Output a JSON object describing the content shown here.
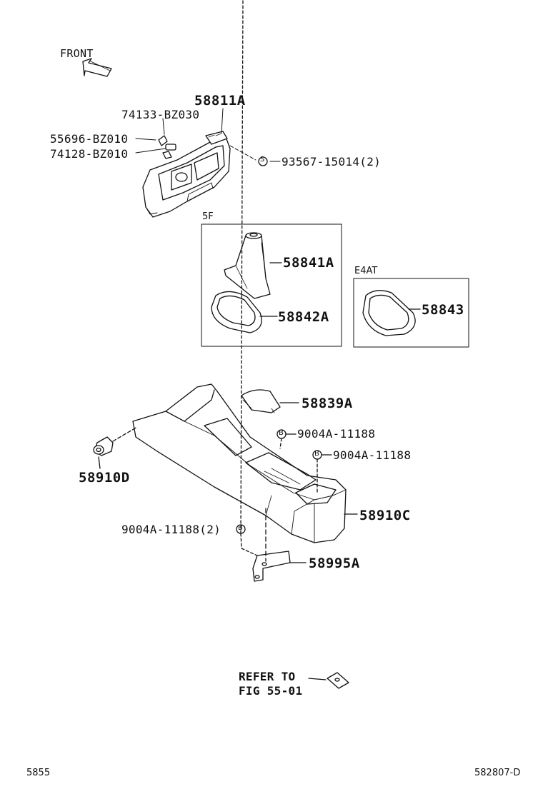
{
  "front_label": "FRONT",
  "variant_5f": "5F",
  "variant_e4at": "E4AT",
  "parts": {
    "p58811A": "58811A",
    "p74133": "74133-BZ030",
    "p55696": "55696-BZ010",
    "p74128": "74128-BZ010",
    "p93567": "93567-15014(2)",
    "p58841A": "58841A",
    "p58842A": "58842A",
    "p58843": "58843",
    "p58839A": "58839A",
    "p9004a_1": "9004A-11188",
    "p9004a_2": "9004A-11188",
    "p58910D": "58910D",
    "p58910C": "58910C",
    "p9004a_3": "9004A-11188(2)",
    "p58995A": "58995A"
  },
  "callout_s": "S",
  "callout_b": "B",
  "refer": {
    "line1": "REFER TO",
    "line2": "FIG 55-01"
  },
  "footer": {
    "left": "5855",
    "right": "582807-D"
  }
}
